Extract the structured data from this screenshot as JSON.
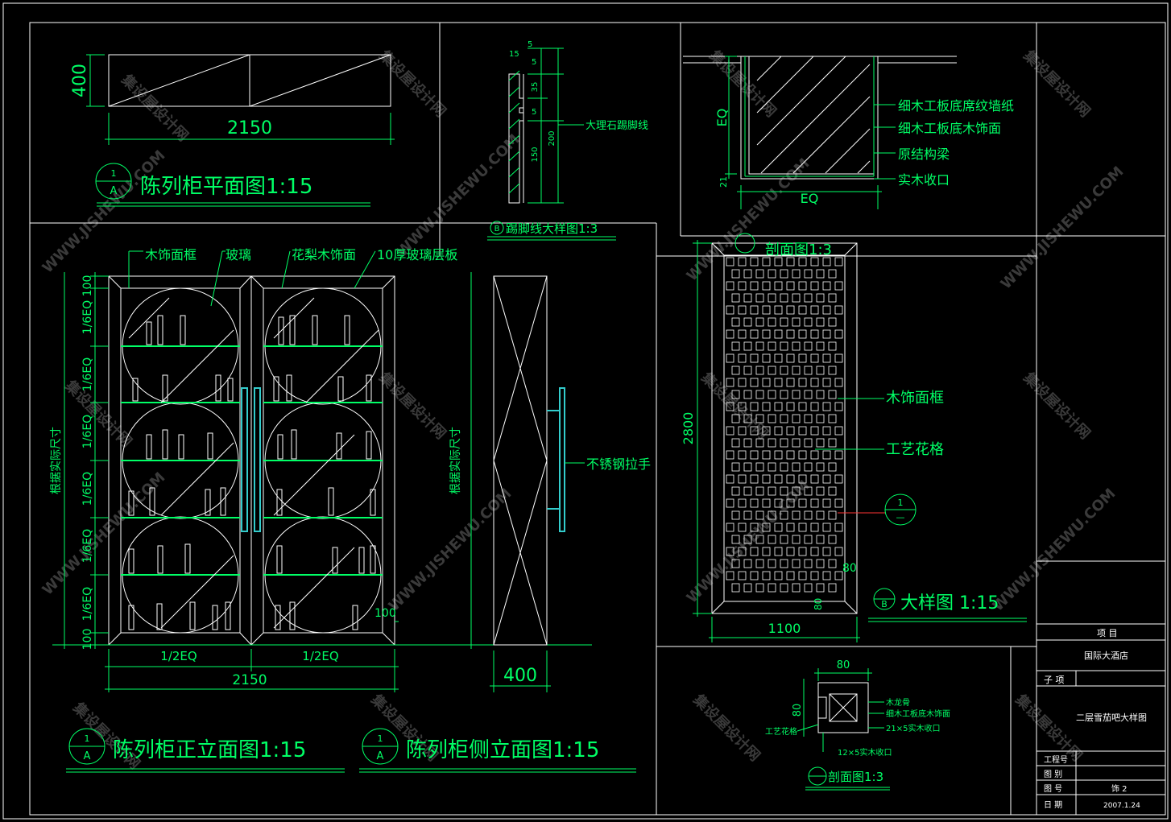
{
  "colors": {
    "background": "#000000",
    "line": "#ffffff",
    "dim": "#00ff66",
    "handle": "#33cccc",
    "mark": "#ff3333"
  },
  "watermark": {
    "cn": "集设屋设计网",
    "url": "WWW.JISHEWU.COM"
  },
  "plan": {
    "width": "2150",
    "depth": "400",
    "num": "1",
    "letter": "A",
    "title": "陈列柜平面图1:15"
  },
  "skirting": {
    "dims": [
      "5",
      "15",
      "5",
      "35",
      "5",
      "200",
      "150"
    ],
    "label": "大理石踢脚线",
    "num": "B",
    "title": "踢脚线大样图1:3"
  },
  "section_top": {
    "labels": [
      "细木工板底席纹墙纸",
      "细木工板底木饰面",
      "原结构梁",
      "实木收口"
    ],
    "dim_eq_v": "EQ",
    "dim_eq_h": "EQ",
    "dim_small": "21"
  },
  "front": {
    "labels": [
      "木饰面框",
      "玻璃",
      "花梨木饰面",
      "10厚玻璃层板"
    ],
    "left_dims": [
      "100",
      "1/6EQ",
      "1/6EQ",
      "1/6EQ",
      "1/6EQ",
      "1/6EQ",
      "1/6EQ",
      "100"
    ],
    "height_note": "根据实际尺寸",
    "half_left": "1/2EQ",
    "half_right": "1/2EQ",
    "width": "2150",
    "dim_right": "100",
    "num": "1",
    "letter": "A",
    "title": "陈列柜正立面图1:15"
  },
  "side": {
    "height_note": "根据实际尺寸",
    "handle_label": "不锈钢拉手",
    "depth": "400",
    "num": "1",
    "letter": "A",
    "title": "陈列柜侧立面图1:15"
  },
  "detail": {
    "section_title": "剖面图1:3",
    "labels": [
      "木饰面框",
      "工艺花格"
    ],
    "height": "2800",
    "width": "1100",
    "frame_v": "80",
    "frame_h": "80",
    "callout_num": "1",
    "callout_sub": "—",
    "num": "B",
    "title": "大样图  1:15"
  },
  "small_section": {
    "dim_top": "80",
    "dim_left": "80",
    "labels": [
      "木龙骨",
      "细木工板底木饰面",
      "21×5实木收口",
      "工艺花格",
      "12×5实木收口"
    ],
    "title": "剖面图1:3"
  },
  "title_block": {
    "project_label": "项   目",
    "project": "国际大酒店",
    "sub_label": "子  项",
    "sub": "二层雪茄吧大样图",
    "rows": [
      {
        "k": "工程号",
        "v": ""
      },
      {
        "k": "图   别",
        "v": ""
      },
      {
        "k": "图   号",
        "v": "饰 2"
      },
      {
        "k": "日   期",
        "v": "2007.1.24"
      }
    ]
  }
}
